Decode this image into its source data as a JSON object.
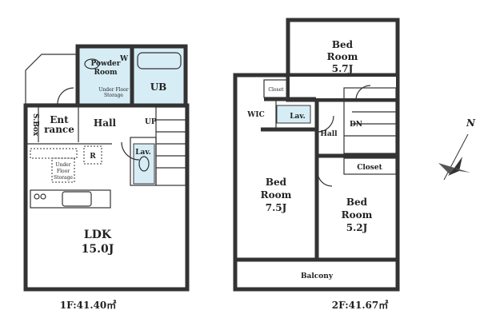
{
  "floor1": {
    "label": "1F:41.40㎡",
    "rooms": {
      "powder_room": "Powder",
      "powder_room_2": "Room",
      "washer": "W",
      "under_floor_storage_a": "Under Floor",
      "under_floor_storage_b": "Storage",
      "ub": "UB",
      "sbox": "S.Box",
      "entrance_1": "Ent",
      "entrance_2": "rance",
      "hall": "Hall",
      "up": "UP",
      "lav": "Lav.",
      "fridge": "R",
      "storage_1": "Under",
      "storage_2": "Floor",
      "storage_3": "Storage",
      "ldk": "LDK",
      "ldk_size": "15.0J"
    }
  },
  "floor2": {
    "label": "2F:41.67㎡",
    "rooms": {
      "bed_a_1": "Bed",
      "bed_a_2": "Room",
      "bed_a_size": "5.7J",
      "closet_a": "Closet",
      "wic": "WIC",
      "lav": "Lav.",
      "hall": "Hall",
      "dn": "DN",
      "closet_b": "Closet",
      "bed_b_1": "Bed",
      "bed_b_2": "Room",
      "bed_b_size": "7.5J",
      "bed_c_1": "Bed",
      "bed_c_2": "Room",
      "bed_c_size": "5.2J",
      "balcony": "Balcony"
    }
  },
  "compass": {
    "north": "N"
  },
  "colors": {
    "wet_area": "#d7edf6",
    "wall": "#333333"
  }
}
